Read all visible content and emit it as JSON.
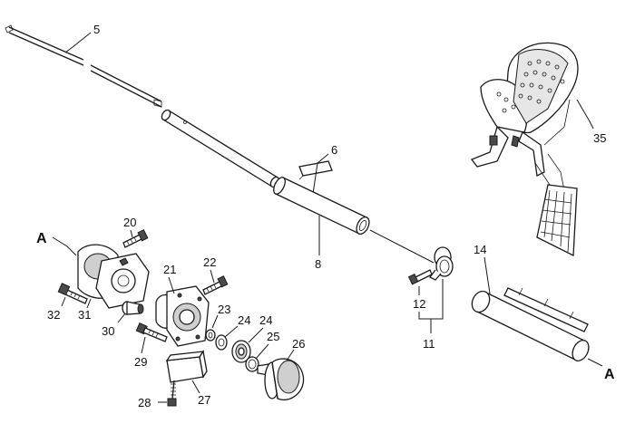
{
  "callouts": {
    "c5": "5",
    "c6": "6",
    "c8": "8",
    "c35": "35",
    "c14": "14",
    "c20": "20",
    "cA1": "A",
    "c21": "21",
    "c22": "22",
    "c32": "32",
    "c31": "31",
    "c30": "30",
    "c23": "23",
    "c24a": "24",
    "c24b": "24",
    "c25": "25",
    "c26": "26",
    "c29": "29",
    "c28": "28",
    "c27": "27",
    "c12": "12",
    "c11": "11",
    "cA2": "A"
  },
  "colors": {
    "ink": "#1a1a1a",
    "paper": "#ffffff",
    "shade": "#cfcfcf"
  }
}
